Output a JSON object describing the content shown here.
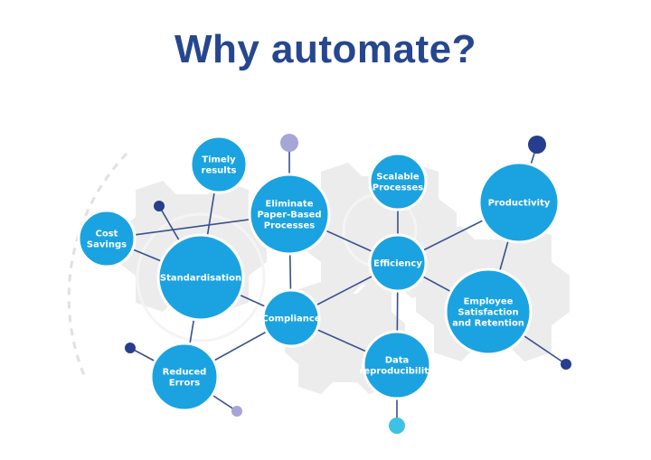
{
  "title": "Why automate?",
  "colors": {
    "title": "#26468f",
    "node_fill": "#1aa3e0",
    "node_stroke": "#ffffff",
    "edge": "#3a4f8c",
    "gear": "#ececec",
    "dot_navy": "#273d8e",
    "dot_lavender": "#a7a5d6",
    "dot_cyan": "#3fc1e6"
  },
  "nodes": [
    {
      "id": "timely",
      "lines": [
        "Timely",
        "results"
      ]
    },
    {
      "id": "cost",
      "lines": [
        "Cost",
        "Savings"
      ]
    },
    {
      "id": "standardisation",
      "lines": [
        "Standardisation"
      ]
    },
    {
      "id": "eliminate",
      "lines": [
        "Eliminate",
        "Paper-Based",
        "Processes"
      ]
    },
    {
      "id": "scalable",
      "lines": [
        "Scalable",
        "Processes"
      ]
    },
    {
      "id": "productivity",
      "lines": [
        "Productivity"
      ]
    },
    {
      "id": "efficiency",
      "lines": [
        "Efficiency"
      ]
    },
    {
      "id": "compliance",
      "lines": [
        "Compliance"
      ]
    },
    {
      "id": "employee",
      "lines": [
        "Employee",
        "Satisfaction",
        "and Retention"
      ]
    },
    {
      "id": "reduced",
      "lines": [
        "Reduced",
        "Errors"
      ]
    },
    {
      "id": "data",
      "lines": [
        "Data",
        "reproducibility"
      ]
    }
  ],
  "edges": [
    [
      "timely",
      "standardisation"
    ],
    [
      "cost",
      "standardisation"
    ],
    [
      "cost",
      "eliminate"
    ],
    [
      "standardisation",
      "compliance"
    ],
    [
      "standardisation",
      "reduced"
    ],
    [
      "eliminate",
      "compliance"
    ],
    [
      "eliminate",
      "efficiency"
    ],
    [
      "scalable",
      "efficiency"
    ],
    [
      "productivity",
      "efficiency"
    ],
    [
      "productivity",
      "employee"
    ],
    [
      "efficiency",
      "compliance"
    ],
    [
      "efficiency",
      "data"
    ],
    [
      "efficiency",
      "employee"
    ],
    [
      "compliance",
      "reduced"
    ],
    [
      "compliance",
      "data"
    ],
    [
      "dot_eliminate_top",
      "eliminate"
    ],
    [
      "dot_std_top",
      "standardisation"
    ],
    [
      "dot_prod_top",
      "productivity"
    ],
    [
      "dot_emp_right",
      "employee"
    ],
    [
      "dot_reduced_left",
      "reduced"
    ],
    [
      "dot_reduced_right",
      "reduced"
    ],
    [
      "dot_data_bottom",
      "data"
    ]
  ]
}
